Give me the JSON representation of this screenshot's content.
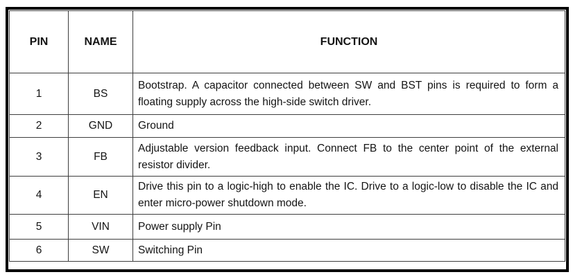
{
  "table": {
    "header": {
      "pin": "PIN",
      "name": "NAME",
      "function": "FUNCTION"
    },
    "rows": [
      {
        "pin": "1",
        "name": "BS",
        "function": "Bootstrap. A capacitor connected between SW and BST pins is required to form a floating supply across the high-side switch driver."
      },
      {
        "pin": "2",
        "name": "GND",
        "function": "Ground"
      },
      {
        "pin": "3",
        "name": "FB",
        "function": "Adjustable version feedback input. Connect FB to the center point of the external resistor divider."
      },
      {
        "pin": "4",
        "name": "EN",
        "function": "Drive this pin to a logic-high to enable the IC. Drive to a logic-low to disable the IC and enter micro-power shutdown mode."
      },
      {
        "pin": "5",
        "name": "VIN",
        "function": "Power supply Pin"
      },
      {
        "pin": "6",
        "name": "SW",
        "function": "Switching Pin"
      }
    ]
  },
  "colors": {
    "background": "#ffffff",
    "frame_border": "#000000",
    "grid_line": "#3d3d3d",
    "text": "#141414"
  }
}
